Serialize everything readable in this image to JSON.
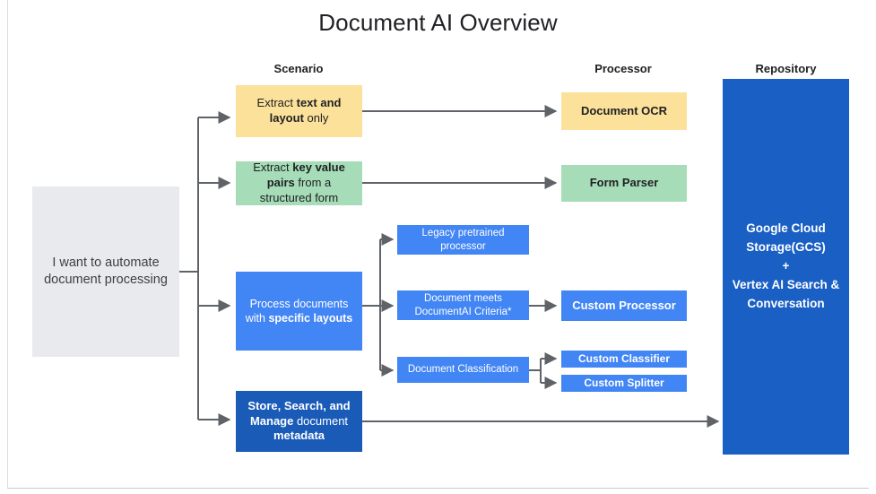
{
  "title": "Document AI Overview",
  "columns": [
    {
      "name": "scenario",
      "label": "Scenario"
    },
    {
      "name": "processor",
      "label": "Processor"
    },
    {
      "name": "repository",
      "label": "Repository"
    }
  ],
  "start": {
    "label": "I want to automate document processing",
    "color": "#e8eaed"
  },
  "scenarios": [
    {
      "name": "extract-text-layout",
      "text_parts": [
        "Extract ",
        "text and layout",
        " only"
      ],
      "label": "Extract text and layout only",
      "color": "#fce19a"
    },
    {
      "name": "extract-key-value-pairs",
      "text_parts": [
        "Extract ",
        "key value pairs",
        " from a structured form"
      ],
      "label": "Extract key value pairs from a structured form",
      "color": "#a6ddb8"
    },
    {
      "name": "process-specific-layouts",
      "text_parts": [
        "Process documents with ",
        "specific layouts",
        ""
      ],
      "label": "Process documents with specific layouts",
      "color": "#4285f4"
    },
    {
      "name": "store-search-manage",
      "text_parts": [
        "Store, Search, and Manage",
        " document ",
        "metadata"
      ],
      "label": "Store, Search, and Manage document metadata",
      "color": "#1a5bb8"
    }
  ],
  "criteria": [
    {
      "name": "legacy-pretrained-processor",
      "label": "Legacy pretrained processor",
      "color": "#4285f4"
    },
    {
      "name": "document-meets-criteria",
      "label": "Document meets DocumentAI Criteria*",
      "color": "#4285f4"
    },
    {
      "name": "document-classification",
      "label": "Document Classification",
      "color": "#4285f4"
    }
  ],
  "processors": [
    {
      "name": "document-ocr",
      "label": "Document OCR",
      "color": "#fce19a"
    },
    {
      "name": "form-parser",
      "label": "Form Parser",
      "color": "#a6ddb8"
    },
    {
      "name": "custom-processor",
      "label": "Custom Processor",
      "color": "#4285f4"
    },
    {
      "name": "custom-classifier",
      "label": "Custom Classifier",
      "color": "#4285f4"
    },
    {
      "name": "custom-splitter",
      "label": "Custom Splitter",
      "color": "#4285f4"
    }
  ],
  "repository": {
    "name": "repository-box",
    "lines": [
      "Google Cloud",
      "Storage(GCS)",
      "+",
      "Vertex AI Search &",
      "Conversation"
    ],
    "label": "Google Cloud Storage(GCS) + Vertex AI Search & Conversation",
    "color": "#1a5fc4"
  },
  "connector_color": "#5f6368"
}
